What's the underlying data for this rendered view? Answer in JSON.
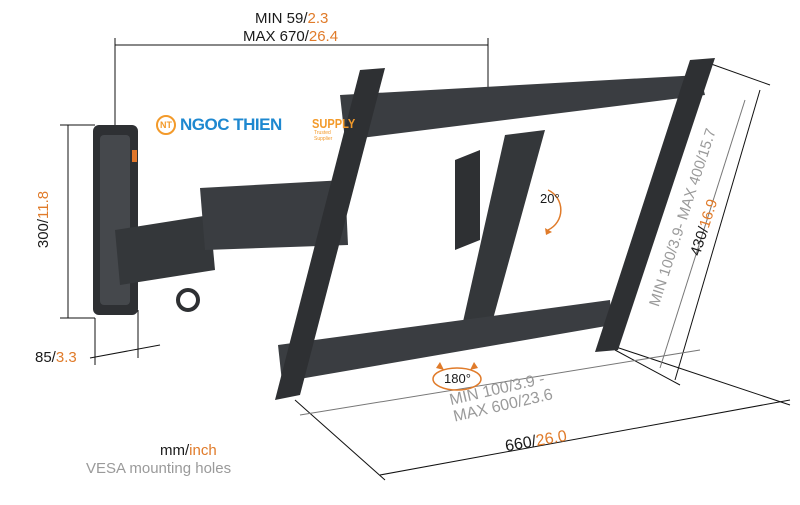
{
  "logo": {
    "badge": "NT",
    "name": "NGOC THIEN",
    "suffix": "SUPPLY",
    "tagline": "Trusted Supplier"
  },
  "dimensions": {
    "arm_min": {
      "mm": "MIN 59/",
      "inch": "2.3"
    },
    "arm_max": {
      "mm": "MAX 670/",
      "inch": "26.4"
    },
    "wall_height": {
      "mm": "300/",
      "inch": "11.8"
    },
    "wall_depth": {
      "mm": "85/",
      "inch": "3.3"
    },
    "tilt": "20°",
    "swivel": "180°",
    "vesa_vertical": {
      "mm": "MIN 100/",
      "inch": "3.9",
      "sep": "- MAX 400/",
      "inch2": "15.7"
    },
    "plate_height": {
      "mm": "430/",
      "inch": "16.9"
    },
    "vesa_horizontal": {
      "line1_mm": "MIN 100/",
      "line1_inch": "3.9 -",
      "line2_mm": "MAX 600/",
      "line2_inch": "23.6"
    },
    "plate_width": {
      "mm": "660/",
      "inch": "26.0"
    }
  },
  "legend": {
    "mm": "mm/",
    "inch": "inch",
    "note": "VESA mounting holes"
  },
  "colors": {
    "accent": "#e07b2a",
    "muted": "#9a9a9a",
    "mount": "#2e3033"
  }
}
